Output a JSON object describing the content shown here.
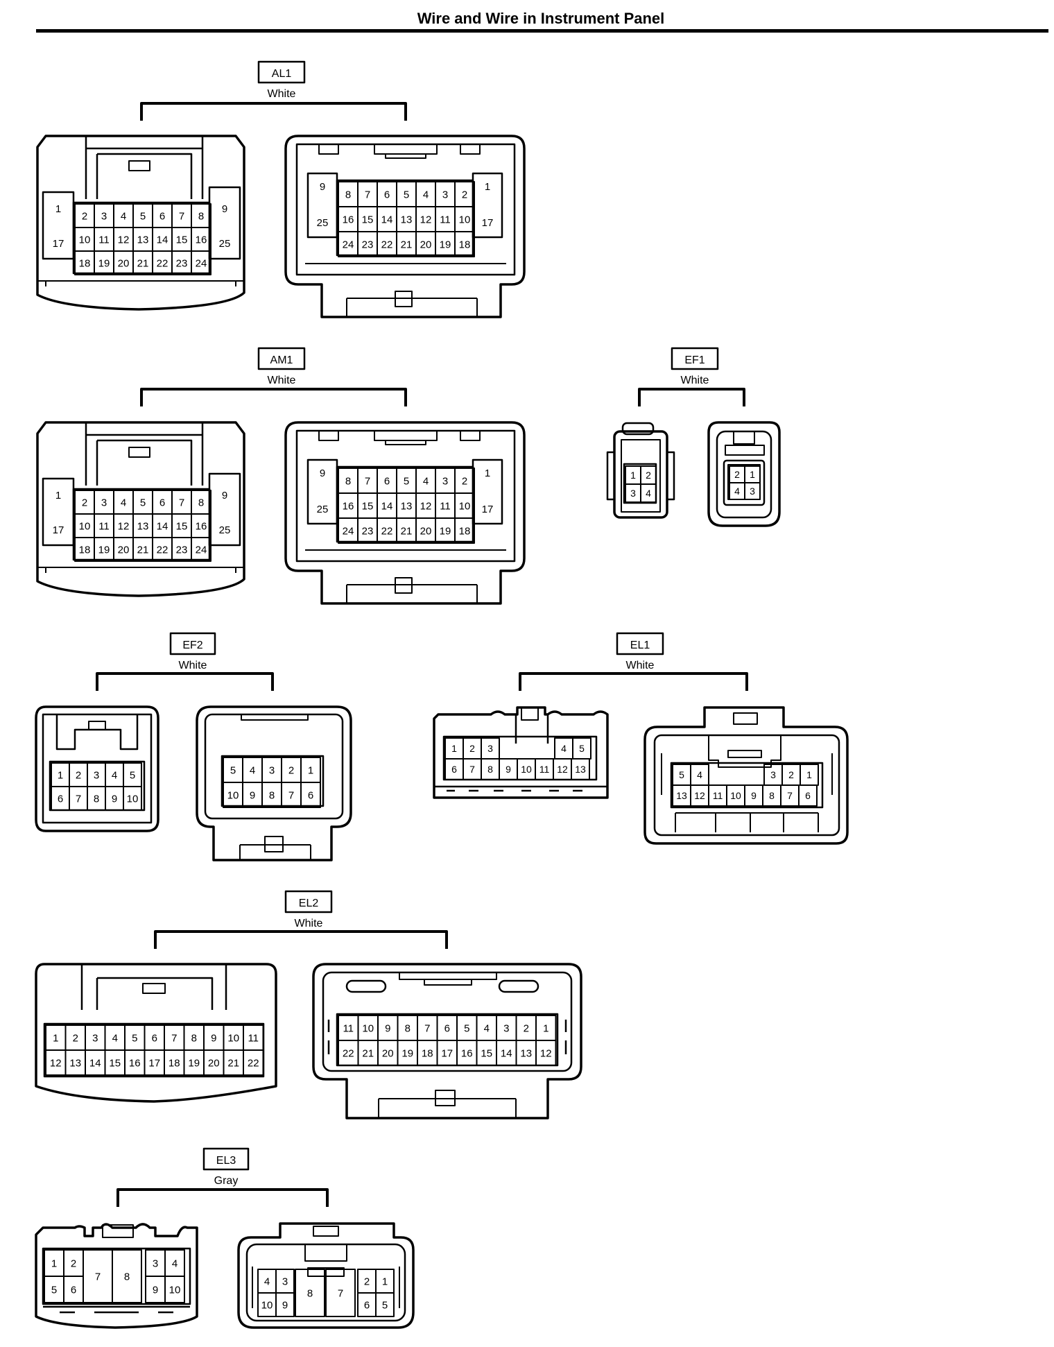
{
  "title": "Wire and Wire in Instrument Panel",
  "groups": [
    {
      "code": "AL1",
      "color": "White"
    },
    {
      "code": "AM1",
      "color": "White"
    },
    {
      "code": "EF1",
      "color": "White"
    },
    {
      "code": "EF2",
      "color": "White"
    },
    {
      "code": "EL1",
      "color": "White"
    },
    {
      "code": "EL2",
      "color": "White"
    },
    {
      "code": "EL3",
      "color": "Gray"
    }
  ]
}
